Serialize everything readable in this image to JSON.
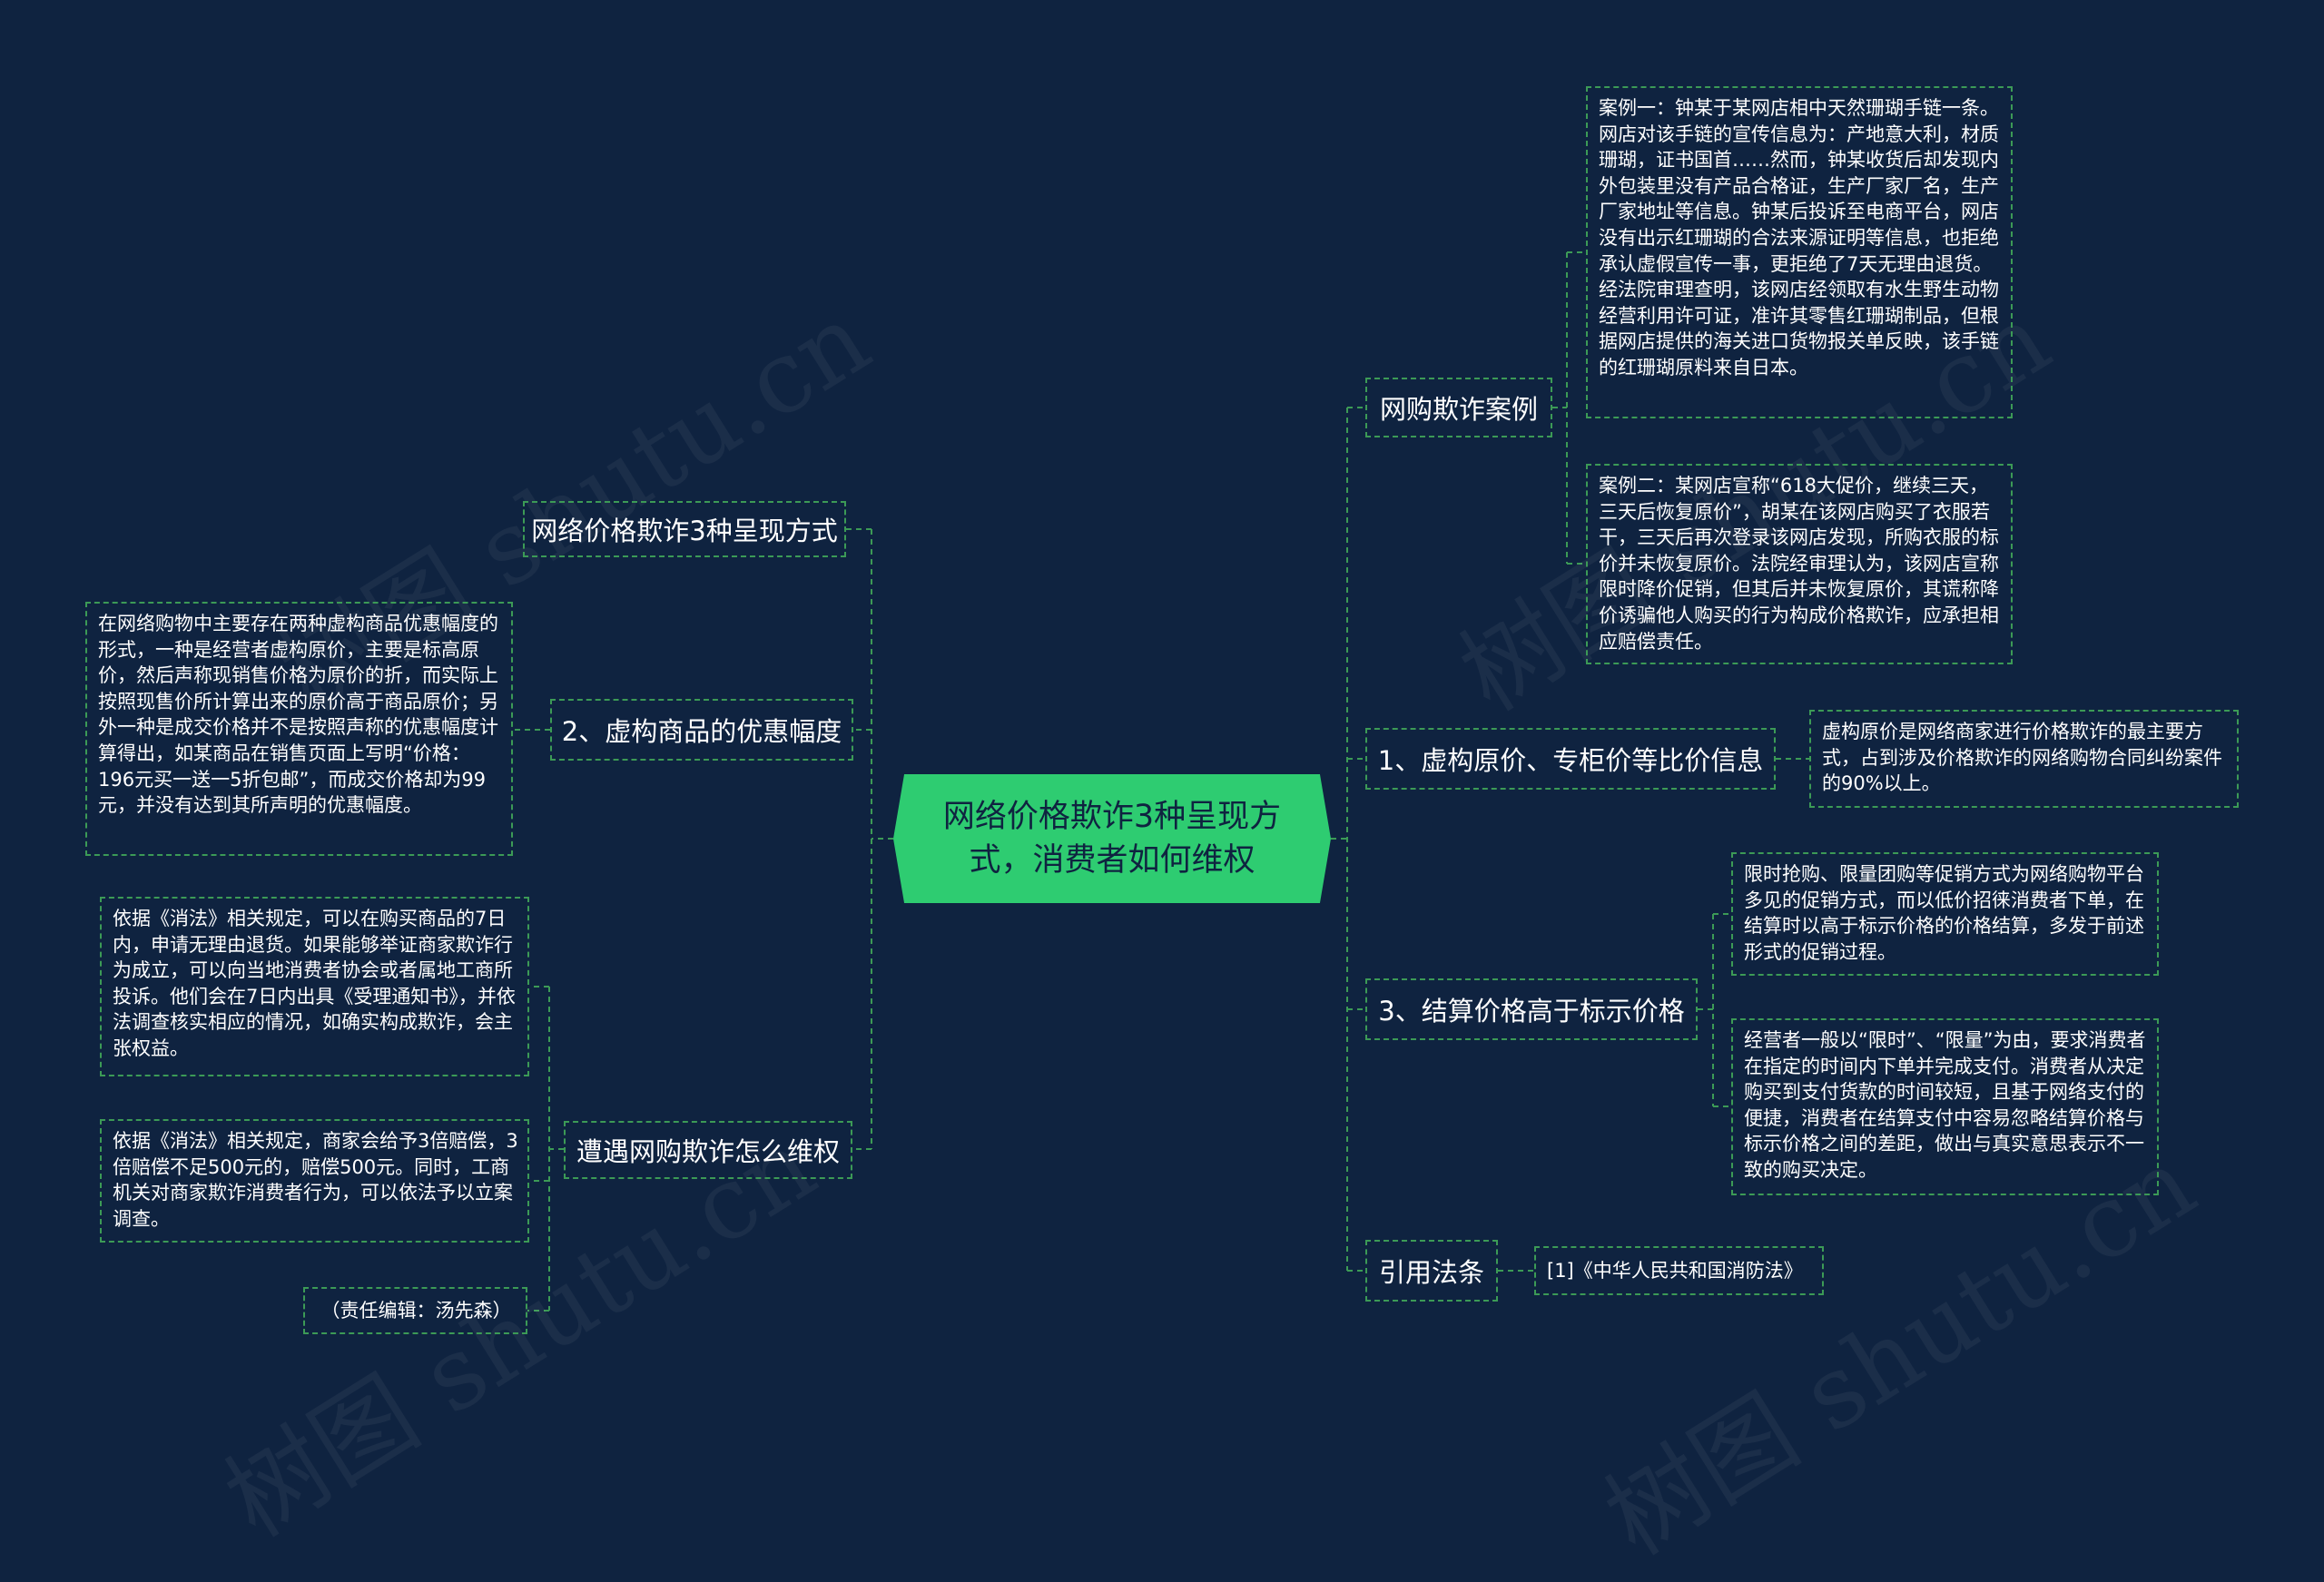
{
  "root": {
    "title": "网络价格欺诈3种呈现方式，消费者如何维权"
  },
  "watermarks": [
    "树图 shutu.cn",
    "树图 shutu.cn",
    "树图 shutu.cn",
    "树图 shutu.cn"
  ],
  "colors": {
    "background": "#0f2340",
    "root": "#2ecc71",
    "line": "#3c9a56",
    "text": "#ffffff"
  },
  "left": {
    "b1": {
      "label": "网络价格欺诈3种呈现方式"
    },
    "b2": {
      "label": "2、虚构商品的优惠幅度",
      "leaf": "在网络购物中主要存在两种虚构商品优惠幅度的形式，一种是经营者虚构原价，主要是标高原价，然后声称现销售价格为原价的折，而实际上按照现售价所计算出来的原价高于商品原价；另外一种是成交价格并不是按照声称的优惠幅度计算得出，如某商品在销售页面上写明“价格：196元买一送一5折包邮”，而成交价格却为99元，并没有达到其所声明的优惠幅度。"
    },
    "b3": {
      "label": "遭遇网购欺诈怎么维权",
      "leaf1": "依据《消法》相关规定，可以在购买商品的7日内，申请无理由退货。如果能够举证商家欺诈行为成立，可以向当地消费者协会或者属地工商所投诉。他们会在7日内出具《受理通知书》，并依法调查核实相应的情况，如确实构成欺诈，会主张权益。",
      "leaf2": "依据《消法》相关规定，商家会给予3倍赔偿，3倍赔偿不足500元的，赔偿500元。同时，工商机关对商家欺诈消费者行为，可以依法予以立案调查。",
      "leaf3": "（责任编辑：汤先森）"
    }
  },
  "right": {
    "b1": {
      "label": "网购欺诈案例",
      "leaf1": "案例一：钟某于某网店相中天然珊瑚手链一条。网店对该手链的宣传信息为：产地意大利，材质珊瑚，证书国首……然而，钟某收货后却发现内外包装里没有产品合格证，生产厂家厂名，生产厂家地址等信息。钟某后投诉至电商平台，网店没有出示红珊瑚的合法来源证明等信息，也拒绝承认虚假宣传一事，更拒绝了7天无理由退货。经法院审理查明，该网店经领取有水生野生动物经营利用许可证，准许其零售红珊瑚制品，但根据网店提供的海关进口货物报关单反映，该手链的红珊瑚原料来自日本。",
      "leaf2": "案例二：某网店宣称“618大促价，继续三天，三天后恢复原价”，胡某在该网店购买了衣服若干，三天后再次登录该网店发现，所购衣服的标价并未恢复原价。法院经审理认为，该网店宣称限时降价促销，但其后并未恢复原价，其谎称降价诱骗他人购买的行为构成价格欺诈，应承担相应赔偿责任。"
    },
    "b2": {
      "label": "1、虚构原价、专柜价等比价信息",
      "leaf": "虚构原价是网络商家进行价格欺诈的最主要方式，占到涉及价格欺诈的网络购物合同纠纷案件的90%以上。"
    },
    "b3": {
      "label": "3、结算价格高于标示价格",
      "leaf1": "限时抢购、限量团购等促销方式为网络购物平台多见的促销方式，而以低价招徕消费者下单，在结算时以高于标示价格的价格结算，多发于前述形式的促销过程。",
      "leaf2": "经营者一般以“限时”、“限量”为由，要求消费者在指定的时间内下单并完成支付。消费者从决定购买到支付货款的时间较短，且基于网络支付的便捷，消费者在结算支付中容易忽略结算价格与标示价格之间的差距，做出与真实意思表示不一致的购买决定。"
    },
    "b4": {
      "label": "引用法条",
      "leaf": "[1]《中华人民共和国消防法》"
    }
  }
}
